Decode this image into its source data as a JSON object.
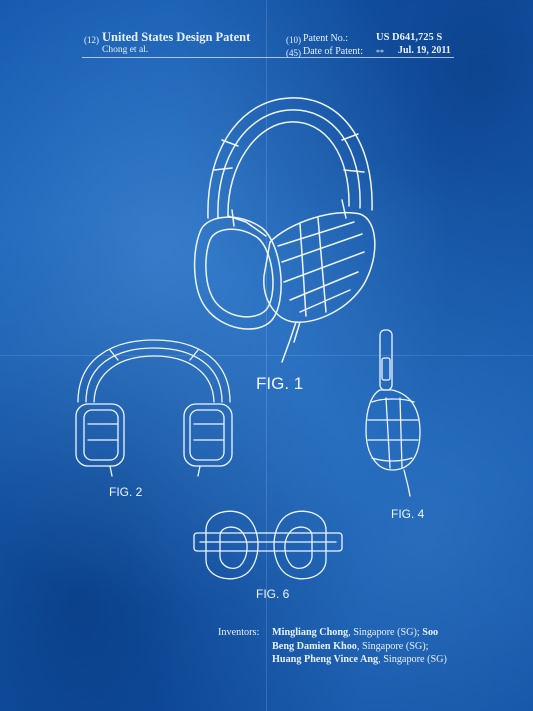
{
  "header": {
    "code_12": "(12)",
    "title": "United States Design Patent",
    "authors": "Chong et al.",
    "code_10": "(10)",
    "patent_no_label": "Patent No.:",
    "patent_no": "US D641,725 S",
    "code_45": "(45)",
    "date_label": "Date of Patent:",
    "date_marker": "**",
    "date": "Jul. 19, 2011"
  },
  "figures": {
    "fig1": "FIG. 1",
    "fig2": "FIG. 2",
    "fig4": "FIG. 4",
    "fig6": "FIG. 6"
  },
  "inventors": {
    "label": "Inventors:",
    "name1": "Mingliang Chong",
    "loc1": ", Singapore (SG);",
    "name2": "Soo Beng Damien Khoo",
    "loc2": ", Singapore (SG);",
    "name3": "Huang Pheng Vince Ang",
    "loc3": ", Singapore (SG)"
  },
  "colors": {
    "blueprint_background": "#1660b6",
    "line_color": "#eef5ff"
  }
}
